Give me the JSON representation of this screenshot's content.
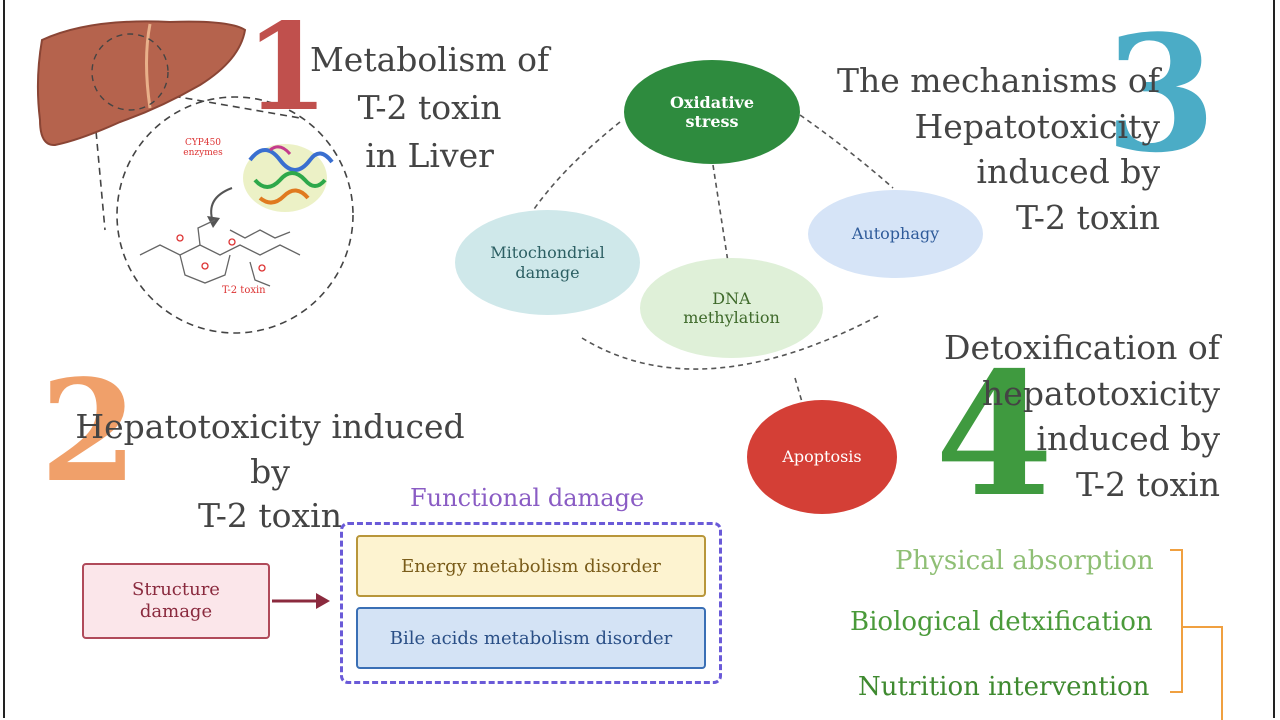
{
  "colors": {
    "num1": "#c0504d",
    "num2": "#f0a06a",
    "num3": "#4bacc6",
    "num4": "#3f9a3f",
    "oxidative": "#2e8b3e",
    "apoptosis": "#d43f36",
    "mitochondrial": "#cfe8ea",
    "dna": "#dff0d8",
    "autophagy": "#d6e4f7",
    "functional": "#8a5cc4",
    "energy_fill": "#fdf3d0",
    "energy_border": "#b8963a",
    "bile_fill": "#d4e3f5",
    "bile_border": "#3a6fb5",
    "structure_fill": "#fbe6ea",
    "structure_border": "#b04a5a",
    "bracket": "#f0a040",
    "physical": "#8fbf75",
    "biological": "#4a9a3a",
    "nutrition": "#3f8a30"
  },
  "section1": {
    "number": "1",
    "title": "Metabolism of\nT-2 toxin\nin Liver",
    "enzyme_label": "CYP450\nenzymes",
    "toxin_label": "T-2 toxin"
  },
  "section2": {
    "number": "2",
    "title": "Hepatotoxicity induced by\nT-2 toxin"
  },
  "section3": {
    "number": "3",
    "title": "The mechanisms of\nHepatotoxicity\ninduced by\nT-2 toxin"
  },
  "section4": {
    "number": "4",
    "title": "Detoxification of\nhepatotoxicity\ninduced by\nT-2 toxin"
  },
  "mechanisms": {
    "oxidative": "Oxidative\nstress",
    "mitochondrial": "Mitochondrial\ndamage",
    "dna": "DNA\nmethylation",
    "autophagy": "Autophagy",
    "apoptosis": "Apoptosis"
  },
  "damage": {
    "functional_title": "Functional damage",
    "energy": "Energy metabolism disorder",
    "bile": "Bile acids metabolism disorder",
    "structure": "Structure\ndamage"
  },
  "detox": {
    "physical": "Physical absorption",
    "biological": "Biological detxification",
    "nutrition": "Nutrition intervention"
  }
}
